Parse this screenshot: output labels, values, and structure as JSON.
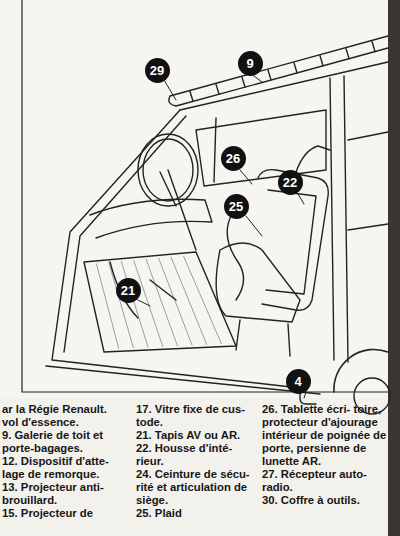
{
  "diagram": {
    "nodes": [
      {
        "text": [
          "29"
        ]
      },
      {
        "text": [
          "9"
        ]
      },
      {
        "text": [
          "26"
        ]
      },
      {
        "text": [
          "22"
        ]
      },
      {
        "text": [
          "25"
        ]
      },
      {
        "text": [
          "21"
        ]
      },
      {
        "text": [
          "4"
        ]
      }
    ],
    "labels": [
      "ar la Régie Renault.",
      "vol d'essence.",
      "9. Galerie de toit et porte-bagages.",
      "12. Dispositif d'atte- lage de remorque.",
      "13. Projecteur anti- brouillard.",
      "15. Projecteur de",
      "17. Vitre fixe de cus- tode.",
      "21. Tapis AV ou AR.",
      "22. Housse d'inté- rieur.",
      "24. Ceinture de sécu- rité et articulation de siège.",
      "25. Plaid",
      "26. Tablette écri- toire, protecteur d'ajourage intérieur de poignée de porte, persienne de lunette AR.",
      "27. Récepteur auto- radio.",
      "30. Coffre à outils."
    ]
  }
}
